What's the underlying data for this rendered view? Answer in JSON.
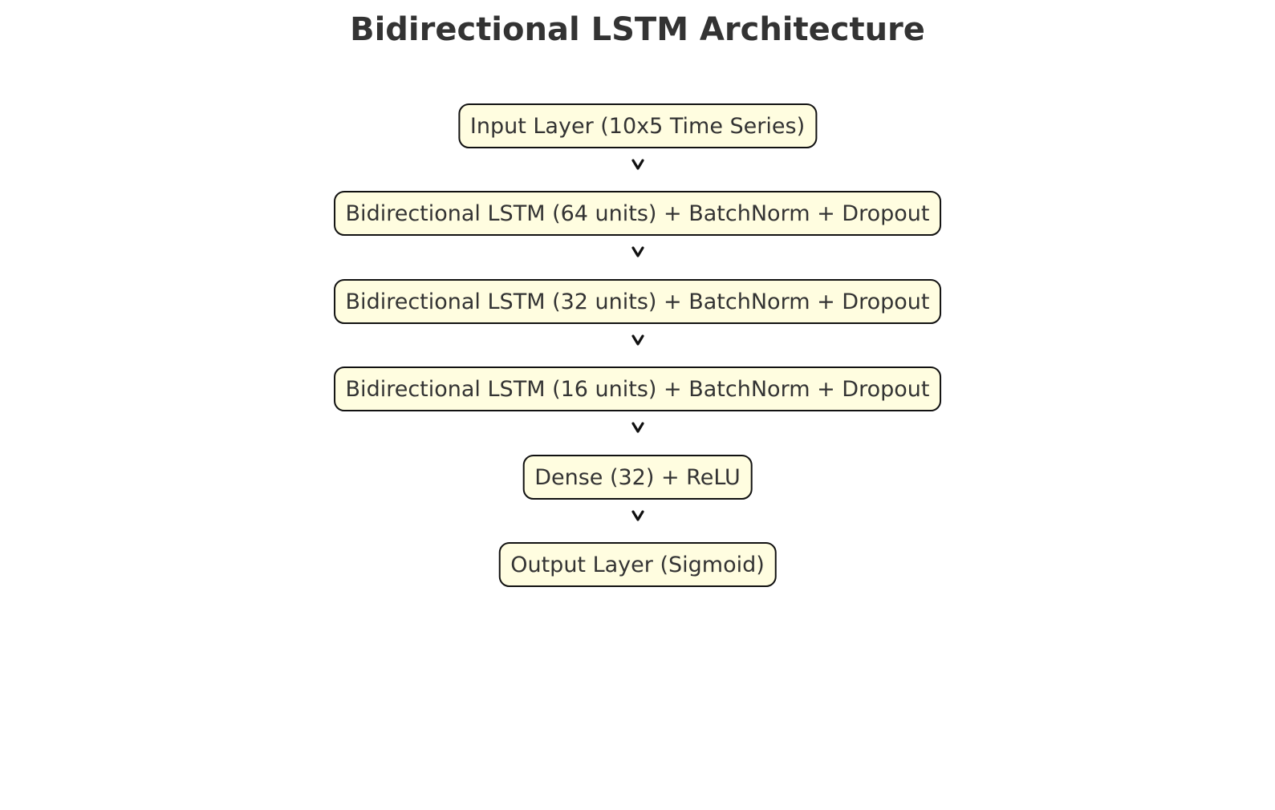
{
  "title": "Bidirectional LSTM Architecture",
  "colors": {
    "box_fill": "#fffde0",
    "box_border": "#111111",
    "text": "#333333",
    "arrow": "#111111"
  },
  "layers": [
    {
      "label": "Input Layer (10x5 Time Series)"
    },
    {
      "label": "Bidirectional LSTM (64 units) + BatchNorm + Dropout"
    },
    {
      "label": "Bidirectional LSTM (32 units) + BatchNorm + Dropout"
    },
    {
      "label": "Bidirectional LSTM (16 units) + BatchNorm + Dropout"
    },
    {
      "label": "Dense (32) + ReLU"
    },
    {
      "label": "Output Layer (Sigmoid)"
    }
  ],
  "connectors": [
    {
      "from": 0,
      "to": 1,
      "icon": "chevron-down-icon"
    },
    {
      "from": 1,
      "to": 2,
      "icon": "chevron-down-icon"
    },
    {
      "from": 2,
      "to": 3,
      "icon": "chevron-down-icon"
    },
    {
      "from": 3,
      "to": 4,
      "icon": "chevron-down-icon"
    },
    {
      "from": 4,
      "to": 5,
      "icon": "chevron-down-icon"
    }
  ]
}
